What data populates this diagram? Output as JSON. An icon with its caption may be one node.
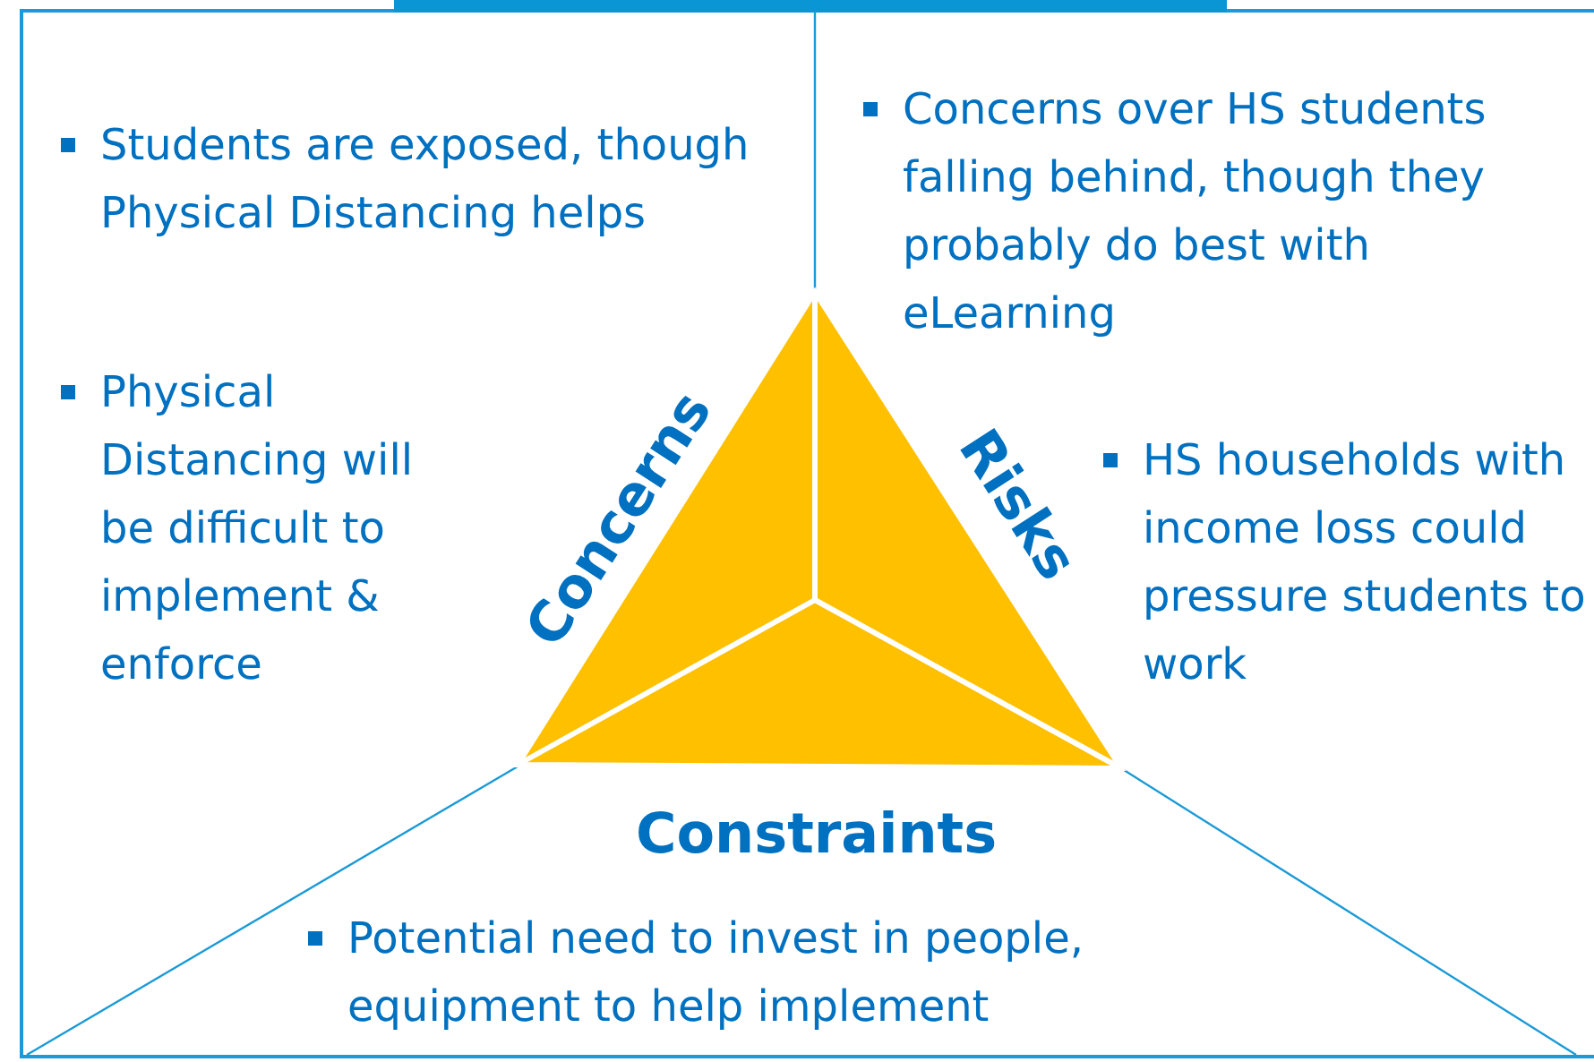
{
  "diagram": {
    "labels": [
      "Students are exposed, though Physical Distancing helps",
      "Concerns over HS students falling behind, though they probably do best with eLearning",
      "Physical Distancing will be difficult to implement & enforce",
      "Concerns",
      "Risks",
      "HS households with income loss could pressure students to work",
      "Constraints",
      "Potential need to invest in people, equipment to help implement"
    ]
  }
}
